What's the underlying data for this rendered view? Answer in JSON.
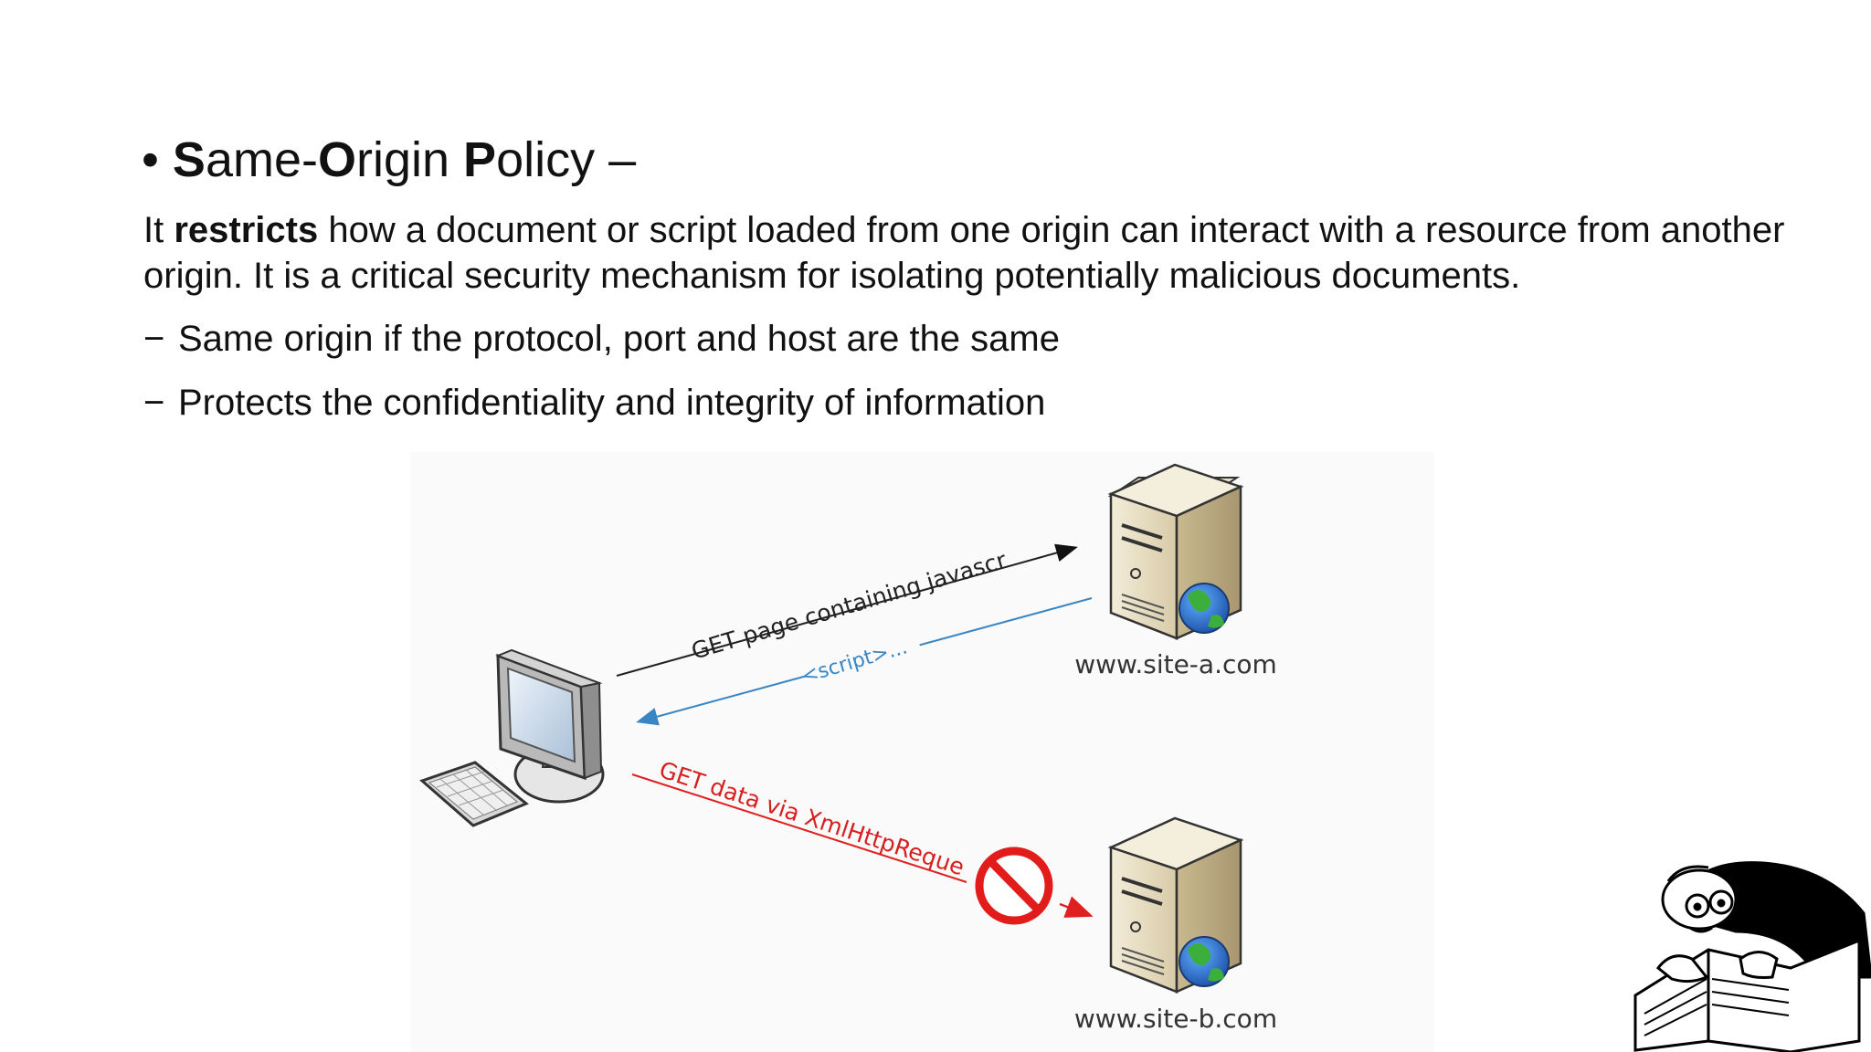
{
  "slide": {
    "bullet": "•",
    "title_parts": [
      {
        "text": "S",
        "bold": true
      },
      {
        "text": "ame-",
        "bold": false
      },
      {
        "text": "O",
        "bold": true
      },
      {
        "text": "rigin ",
        "bold": false
      },
      {
        "text": "P",
        "bold": true
      },
      {
        "text": "olicy –",
        "bold": false
      }
    ],
    "paragraph_parts": [
      {
        "text": "It ",
        "bold": false
      },
      {
        "text": "restricts",
        "bold": true
      },
      {
        "text": " how a document or script loaded from one origin can interact with a resource from another origin. It is a critical security mechanism for isolating potentially malicious documents.",
        "bold": false
      }
    ],
    "sub_bullets": [
      "Same origin if the protocol, port and host are the same",
      "Protects the confidentiality and integrity of information"
    ],
    "sub_bullet_marker": "−"
  },
  "diagram": {
    "get_page_label": "GET page containing javascript",
    "script_label": "<script>...",
    "xhr_label": "GET data via XmlHttpRequest",
    "server_a_label": "www.site-a.com",
    "server_b_label": "www.site-b.com",
    "colors": {
      "request_arrow": "#222222",
      "response_arrow": "#3a86c4",
      "blocked_arrow": "#e02020",
      "blocked_sign": "#e21b1b"
    },
    "icons": [
      "client-computer-icon",
      "server-icon",
      "globe-icon",
      "blocked-icon",
      "reading-character-icon"
    ]
  }
}
